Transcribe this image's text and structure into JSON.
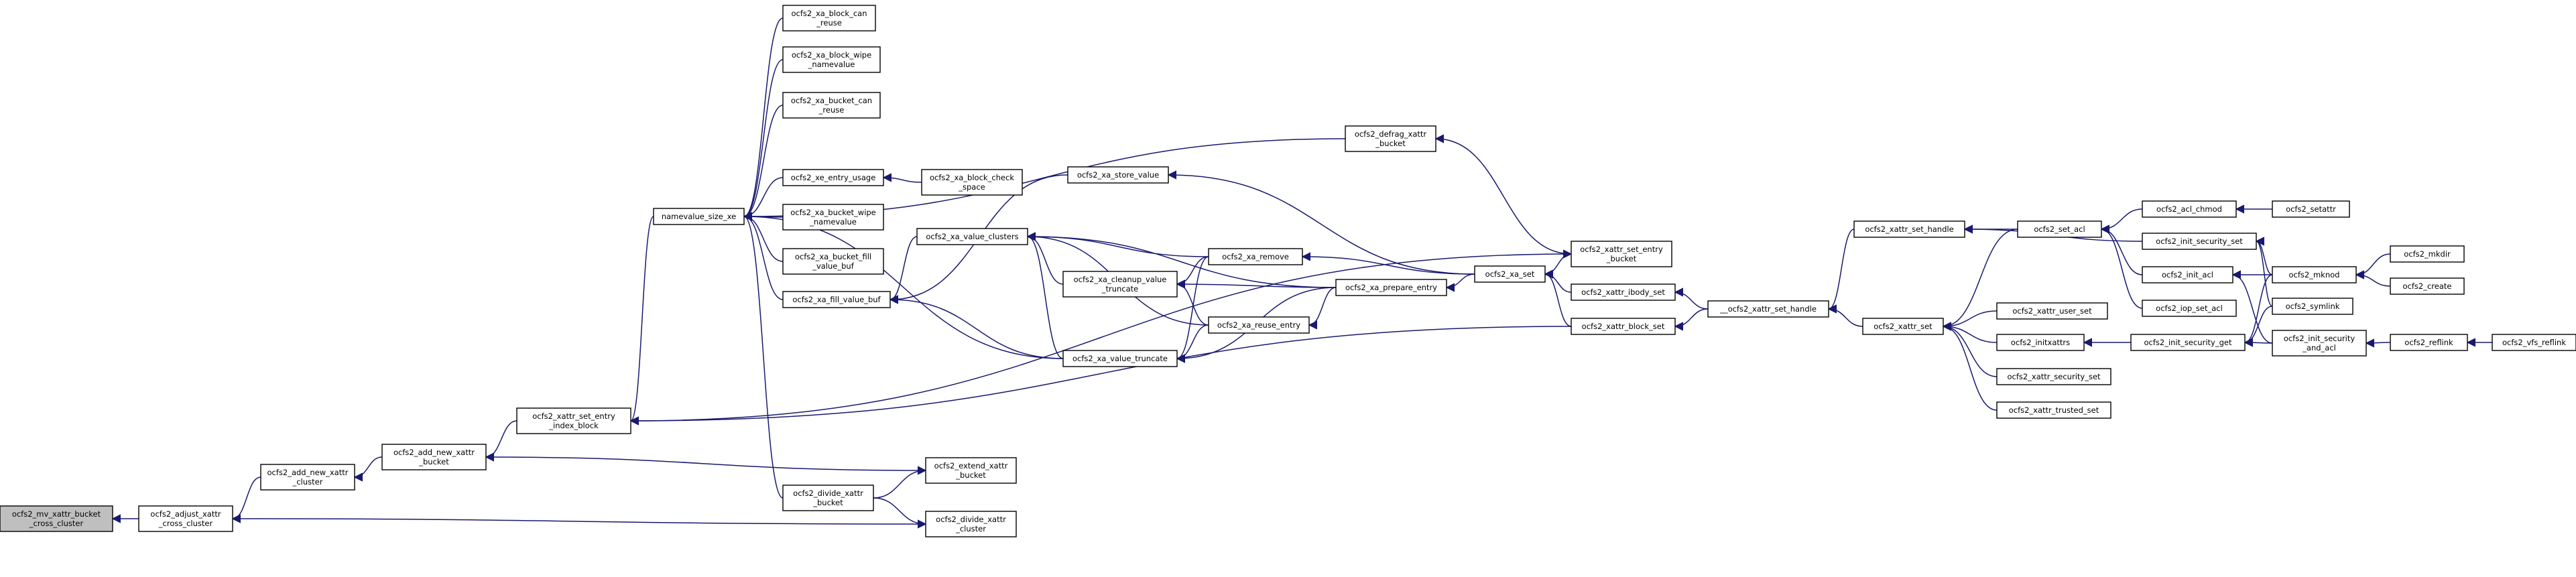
{
  "colors": {
    "node_fill": "#ffffff",
    "node_stroke": "#000000",
    "root_fill": "#bfbfbf",
    "edge": "#191970",
    "highlight_text": "#ff0000"
  },
  "nodes": [
    {
      "id": "mv_xattr_bucket_cross_cluster",
      "lines": [
        "ocfs2_mv_xattr_bucket",
        "_cross_cluster"
      ],
      "root": true
    },
    {
      "id": "adjust_xattr_cross_cluster",
      "lines": [
        "ocfs2_adjust_xattr",
        "_cross_cluster"
      ]
    },
    {
      "id": "add_new_xattr_cluster",
      "lines": [
        "ocfs2_add_new_xattr",
        "_cluster"
      ]
    },
    {
      "id": "add_new_xattr_bucket",
      "lines": [
        "ocfs2_add_new_xattr",
        "_bucket"
      ]
    },
    {
      "id": "xattr_set_entry_index_block",
      "lines": [
        "ocfs2_xattr_set_entry",
        "_index_block"
      ]
    },
    {
      "id": "namevalue_size_xe",
      "lines": [
        "namevalue_size_xe"
      ]
    },
    {
      "id": "xa_block_can_reuse",
      "lines": [
        "ocfs2_xa_block_can",
        "_reuse"
      ]
    },
    {
      "id": "xa_block_wipe_namevalue",
      "lines": [
        "ocfs2_xa_block_wipe",
        "_namevalue"
      ]
    },
    {
      "id": "xa_bucket_can_reuse",
      "lines": [
        "ocfs2_xa_bucket_can",
        "_reuse"
      ]
    },
    {
      "id": "xe_entry_usage",
      "lines": [
        "ocfs2_xe_entry_usage"
      ]
    },
    {
      "id": "xa_bucket_wipe_namevalue",
      "lines": [
        "ocfs2_xa_bucket_wipe",
        "_namevalue"
      ]
    },
    {
      "id": "xa_bucket_fill_value_buf",
      "lines": [
        "ocfs2_xa_bucket_fill",
        "_value_buf"
      ]
    },
    {
      "id": "xa_fill_value_buf",
      "lines": [
        "ocfs2_xa_fill_value_buf"
      ]
    },
    {
      "id": "divide_xattr_bucket",
      "lines": [
        "ocfs2_divide_xattr",
        "_bucket"
      ]
    },
    {
      "id": "xa_block_check_space",
      "lines": [
        "ocfs2_xa_block_check",
        "_space"
      ]
    },
    {
      "id": "xa_store_value",
      "lines": [
        "ocfs2_xa_store_value"
      ]
    },
    {
      "id": "xa_value_clusters",
      "lines": [
        "ocfs2_xa_value_clusters"
      ]
    },
    {
      "id": "xa_cleanup_value_truncate",
      "lines": [
        "ocfs2_xa_cleanup_value",
        "_truncate"
      ]
    },
    {
      "id": "xa_value_truncate",
      "lines": [
        "ocfs2_xa_value_truncate"
      ]
    },
    {
      "id": "extend_xattr_bucket",
      "lines": [
        "ocfs2_extend_xattr",
        "_bucket"
      ]
    },
    {
      "id": "divide_xattr_cluster",
      "lines": [
        "ocfs2_divide_xattr",
        "_cluster"
      ]
    },
    {
      "id": "xa_remove",
      "lines": [
        "ocfs2_xa_remove"
      ]
    },
    {
      "id": "xa_reuse_entry",
      "lines": [
        "ocfs2_xa_reuse_entry"
      ]
    },
    {
      "id": "xa_prepare_entry",
      "lines": [
        "ocfs2_xa_prepare_entry"
      ]
    },
    {
      "id": "defrag_xattr_bucket",
      "lines": [
        "ocfs2_defrag_xattr",
        "_bucket"
      ]
    },
    {
      "id": "xa_set",
      "lines": [
        "ocfs2_xa_set"
      ]
    },
    {
      "id": "xattr_set_entry_bucket",
      "lines": [
        "ocfs2_xattr_set_entry",
        "_bucket"
      ]
    },
    {
      "id": "xattr_ibody_set",
      "lines": [
        "ocfs2_xattr_ibody_set"
      ]
    },
    {
      "id": "xattr_block_set",
      "lines": [
        "ocfs2_xattr_block_set"
      ]
    },
    {
      "id": "__xattr_set_handle",
      "lines": [
        "__ocfs2_xattr_set_handle"
      ]
    },
    {
      "id": "xattr_set_handle",
      "lines": [
        "ocfs2_xattr_set_handle"
      ]
    },
    {
      "id": "xattr_set",
      "lines": [
        "ocfs2_xattr_set"
      ]
    },
    {
      "id": "set_acl",
      "lines": [
        "ocfs2_set_acl"
      ]
    },
    {
      "id": "acl_chmod",
      "lines": [
        "ocfs2_acl_chmod"
      ]
    },
    {
      "id": "setattr",
      "lines": [
        "ocfs2_setattr"
      ]
    },
    {
      "id": "init_security_set",
      "lines": [
        "ocfs2_init_security_set"
      ]
    },
    {
      "id": "init_acl",
      "lines": [
        "ocfs2_init_acl"
      ]
    },
    {
      "id": "iop_set_acl",
      "lines": [
        "ocfs2_iop_set_acl"
      ]
    },
    {
      "id": "xattr_user_set",
      "lines": [
        "ocfs2_xattr_user_set"
      ]
    },
    {
      "id": "initxattrs",
      "lines": [
        "ocfs2_initxattrs"
      ]
    },
    {
      "id": "init_security_get",
      "lines": [
        "ocfs2_init_security_get"
      ]
    },
    {
      "id": "xattr_security_set",
      "lines": [
        "ocfs2_xattr_security_set"
      ]
    },
    {
      "id": "xattr_trusted_set",
      "lines": [
        "ocfs2_xattr_trusted_set"
      ]
    },
    {
      "id": "mknod",
      "lines": [
        "ocfs2_mknod"
      ]
    },
    {
      "id": "symlink",
      "lines": [
        "ocfs2_symlink"
      ]
    },
    {
      "id": "init_security_and_acl",
      "lines": [
        "ocfs2_init_security",
        "_and_acl"
      ]
    },
    {
      "id": "mkdir",
      "lines": [
        "ocfs2_mkdir"
      ]
    },
    {
      "id": "create",
      "lines": [
        "ocfs2_create"
      ]
    },
    {
      "id": "reflink",
      "lines": [
        "ocfs2_reflink"
      ]
    },
    {
      "id": "vfs_reflink",
      "lines": [
        "ocfs2_vfs_reflink"
      ],
      "highlight": true
    }
  ],
  "edges": [
    [
      "adjust_xattr_cross_cluster",
      "mv_xattr_bucket_cross_cluster"
    ],
    [
      "add_new_xattr_cluster",
      "adjust_xattr_cross_cluster"
    ],
    [
      "divide_xattr_cluster",
      "adjust_xattr_cross_cluster"
    ],
    [
      "add_new_xattr_bucket",
      "add_new_xattr_cluster"
    ],
    [
      "xattr_set_entry_index_block",
      "add_new_xattr_bucket"
    ],
    [
      "namevalue_size_xe",
      "xattr_set_entry_index_block"
    ],
    [
      "xa_block_can_reuse",
      "namevalue_size_xe"
    ],
    [
      "xa_block_wipe_namevalue",
      "namevalue_size_xe"
    ],
    [
      "xa_bucket_can_reuse",
      "namevalue_size_xe"
    ],
    [
      "xe_entry_usage",
      "namevalue_size_xe"
    ],
    [
      "xa_bucket_wipe_namevalue",
      "namevalue_size_xe"
    ],
    [
      "xa_bucket_fill_value_buf",
      "namevalue_size_xe"
    ],
    [
      "xa_fill_value_buf",
      "namevalue_size_xe"
    ],
    [
      "defrag_xattr_bucket",
      "namevalue_size_xe"
    ],
    [
      "divide_xattr_bucket",
      "namevalue_size_xe"
    ],
    [
      "xa_value_truncate",
      "namevalue_size_xe"
    ],
    [
      "xa_block_check_space",
      "xe_entry_usage"
    ],
    [
      "xa_store_value",
      "xa_fill_value_buf"
    ],
    [
      "xa_value_clusters",
      "xa_fill_value_buf"
    ],
    [
      "xa_value_truncate",
      "xa_fill_value_buf"
    ],
    [
      "xa_cleanup_value_truncate",
      "xa_value_clusters"
    ],
    [
      "xa_value_truncate",
      "xa_value_clusters"
    ],
    [
      "xa_remove",
      "xa_value_clusters"
    ],
    [
      "xa_reuse_entry",
      "xa_value_clusters"
    ],
    [
      "xa_prepare_entry",
      "xa_value_clusters"
    ],
    [
      "xa_remove",
      "xa_cleanup_value_truncate"
    ],
    [
      "xa_reuse_entry",
      "xa_cleanup_value_truncate"
    ],
    [
      "xa_prepare_entry",
      "xa_cleanup_value_truncate"
    ],
    [
      "xa_remove",
      "xa_value_truncate"
    ],
    [
      "xa_reuse_entry",
      "xa_value_truncate"
    ],
    [
      "xa_prepare_entry",
      "xa_value_truncate"
    ],
    [
      "xa_prepare_entry",
      "xa_reuse_entry"
    ],
    [
      "xa_set",
      "xa_store_value"
    ],
    [
      "xa_set",
      "xa_remove"
    ],
    [
      "xa_set",
      "xa_prepare_entry"
    ],
    [
      "extend_xattr_bucket",
      "add_new_xattr_bucket"
    ],
    [
      "divide_xattr_bucket",
      "extend_xattr_bucket"
    ],
    [
      "divide_xattr_bucket",
      "divide_xattr_cluster"
    ],
    [
      "xattr_set_entry_bucket",
      "defrag_xattr_bucket"
    ],
    [
      "xattr_set_entry_bucket",
      "xa_set"
    ],
    [
      "xattr_set_entry_index_block",
      "xattr_set_entry_bucket"
    ],
    [
      "xattr_ibody_set",
      "xa_set"
    ],
    [
      "xattr_block_set",
      "xa_set"
    ],
    [
      "xattr_block_set",
      "xattr_set_entry_index_block"
    ],
    [
      "__xattr_set_handle",
      "xattr_ibody_set"
    ],
    [
      "__xattr_set_handle",
      "xattr_block_set"
    ],
    [
      "xattr_set_handle",
      "__xattr_set_handle"
    ],
    [
      "xattr_set",
      "__xattr_set_handle"
    ],
    [
      "set_acl",
      "xattr_set_handle"
    ],
    [
      "set_acl",
      "xattr_set"
    ],
    [
      "init_security_set",
      "xattr_set_handle"
    ],
    [
      "acl_chmod",
      "set_acl"
    ],
    [
      "init_acl",
      "set_acl"
    ],
    [
      "iop_set_acl",
      "set_acl"
    ],
    [
      "setattr",
      "acl_chmod"
    ],
    [
      "mknod",
      "init_security_set"
    ],
    [
      "mknod",
      "init_acl"
    ],
    [
      "symlink",
      "init_security_set"
    ],
    [
      "xattr_user_set",
      "xattr_set"
    ],
    [
      "initxattrs",
      "xattr_set"
    ],
    [
      "xattr_security_set",
      "xattr_set"
    ],
    [
      "xattr_trusted_set",
      "xattr_set"
    ],
    [
      "init_security_get",
      "initxattrs"
    ],
    [
      "mknod",
      "init_security_get"
    ],
    [
      "symlink",
      "init_security_get"
    ],
    [
      "init_security_and_acl",
      "init_security_get"
    ],
    [
      "init_security_and_acl",
      "init_acl"
    ],
    [
      "mkdir",
      "mknod"
    ],
    [
      "create",
      "mknod"
    ],
    [
      "reflink",
      "init_security_and_acl"
    ],
    [
      "vfs_reflink",
      "reflink"
    ]
  ]
}
